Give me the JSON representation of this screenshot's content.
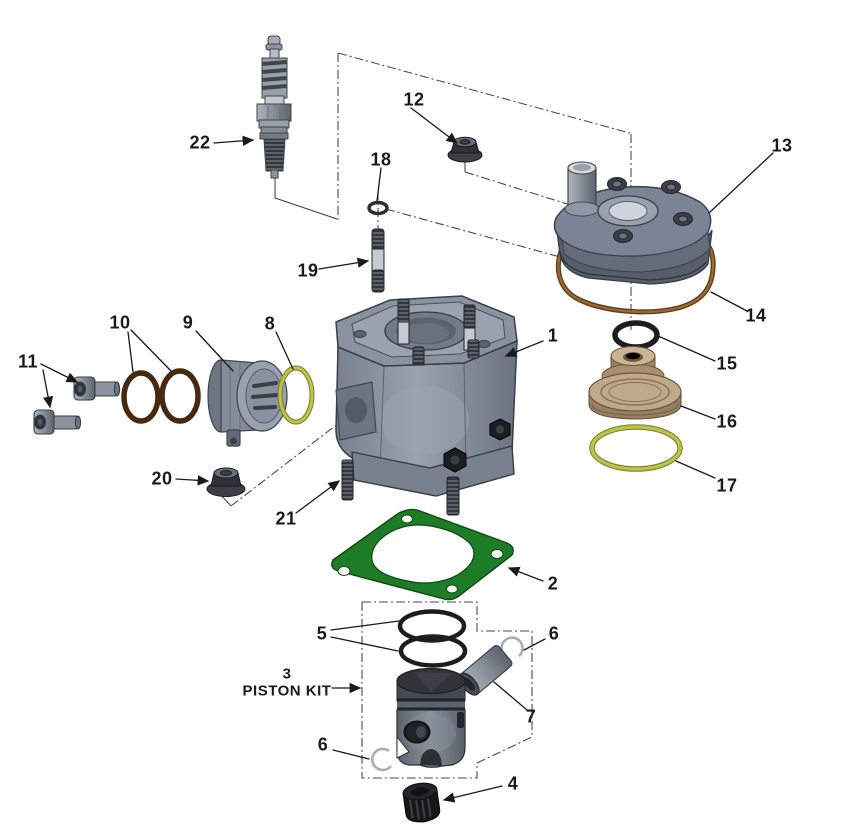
{
  "callouts": {
    "c1": "1",
    "c2": "2",
    "c3": "3",
    "kit": "PISTON KIT",
    "c4": "4",
    "c5": "5",
    "c6a": "6",
    "c6b": "6",
    "c7": "7",
    "c8": "8",
    "c9": "9",
    "c10": "10",
    "c11": "11",
    "c12": "12",
    "c13": "13",
    "c14": "14",
    "c15": "15",
    "c16": "16",
    "c17": "17",
    "c18": "18",
    "c19": "19",
    "c20": "20",
    "c21": "21",
    "c22": "22"
  },
  "colors": {
    "base_gasket_green": "#1e7c27",
    "head_gasket_brown": "#8a5a2b",
    "oring_olive": "#b5bb3f",
    "oring_brown": "#46290f",
    "oring_black": "#1b1d20",
    "insert_brass": "#bfa98a",
    "metal_grey": "#8a92a0",
    "line_black": "#1a1a1a",
    "background": "#ffffff"
  }
}
